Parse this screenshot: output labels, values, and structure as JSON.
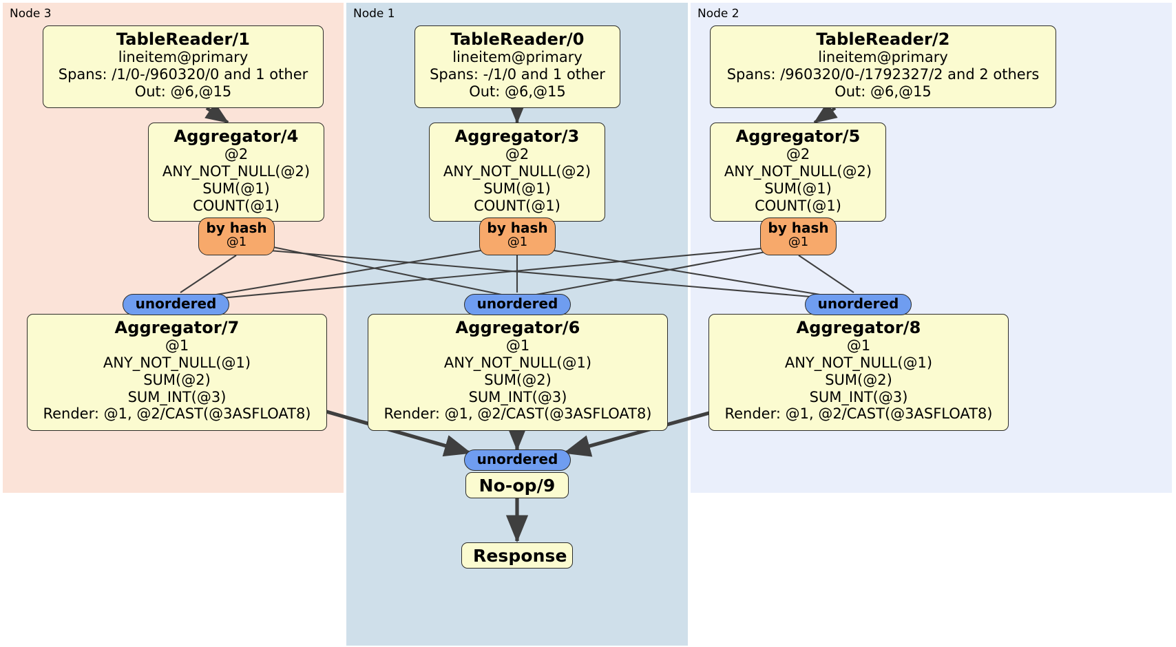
{
  "diagram": {
    "kind": "distributed-query-plan",
    "colors": {
      "node3_panel": "#fbe3d8",
      "node1_panel": "#cfdfea",
      "node2_panel": "#eaeffb",
      "processor_box": "#fbfbd0",
      "hash_router": "#f7a96b",
      "unordered_sync": "#6f9df0",
      "edge": "#3f3f3f"
    }
  },
  "panels": [
    {
      "id": "node3",
      "label": "Node 3"
    },
    {
      "id": "node1",
      "label": "Node 1"
    },
    {
      "id": "node2",
      "label": "Node 2"
    }
  ],
  "processors": {
    "table_reader_1": {
      "title": "TableReader/1",
      "lines": [
        "lineitem@primary",
        "Spans: /1/0-/960320/0 and 1 other",
        "Out: @6,@15"
      ]
    },
    "table_reader_0": {
      "title": "TableReader/0",
      "lines": [
        "lineitem@primary",
        "Spans: -/1/0 and 1 other",
        "Out: @6,@15"
      ]
    },
    "table_reader_2": {
      "title": "TableReader/2",
      "lines": [
        "lineitem@primary",
        "Spans: /960320/0-/1792327/2 and 2 others",
        "Out: @6,@15"
      ]
    },
    "aggregator_4": {
      "title": "Aggregator/4",
      "lines": [
        "@2",
        "ANY_NOT_NULL(@2)",
        "SUM(@1)",
        "COUNT(@1)"
      ]
    },
    "aggregator_3": {
      "title": "Aggregator/3",
      "lines": [
        "@2",
        "ANY_NOT_NULL(@2)",
        "SUM(@1)",
        "COUNT(@1)"
      ]
    },
    "aggregator_5": {
      "title": "Aggregator/5",
      "lines": [
        "@2",
        "ANY_NOT_NULL(@2)",
        "SUM(@1)",
        "COUNT(@1)"
      ]
    },
    "aggregator_7": {
      "title": "Aggregator/7",
      "lines": [
        "@1",
        "ANY_NOT_NULL(@1)",
        "SUM(@2)",
        "SUM_INT(@3)",
        "Render: @1, @2/CAST(@3ASFLOAT8)"
      ]
    },
    "aggregator_6": {
      "title": "Aggregator/6",
      "lines": [
        "@1",
        "ANY_NOT_NULL(@1)",
        "SUM(@2)",
        "SUM_INT(@3)",
        "Render: @1, @2/CAST(@3ASFLOAT8)"
      ]
    },
    "aggregator_8": {
      "title": "Aggregator/8",
      "lines": [
        "@1",
        "ANY_NOT_NULL(@1)",
        "SUM(@2)",
        "SUM_INT(@3)",
        "Render: @1, @2/CAST(@3ASFLOAT8)"
      ]
    },
    "noop_9": {
      "title": "No-op/9"
    },
    "response": {
      "title": "Response"
    }
  },
  "routers": {
    "hash_left": {
      "label": "by hash",
      "sub": "@1"
    },
    "hash_center": {
      "label": "by hash",
      "sub": "@1"
    },
    "hash_right": {
      "label": "by hash",
      "sub": "@1"
    },
    "unordered_left": {
      "label": "unordered"
    },
    "unordered_center": {
      "label": "unordered"
    },
    "unordered_right": {
      "label": "unordered"
    },
    "unordered_final": {
      "label": "unordered"
    }
  }
}
